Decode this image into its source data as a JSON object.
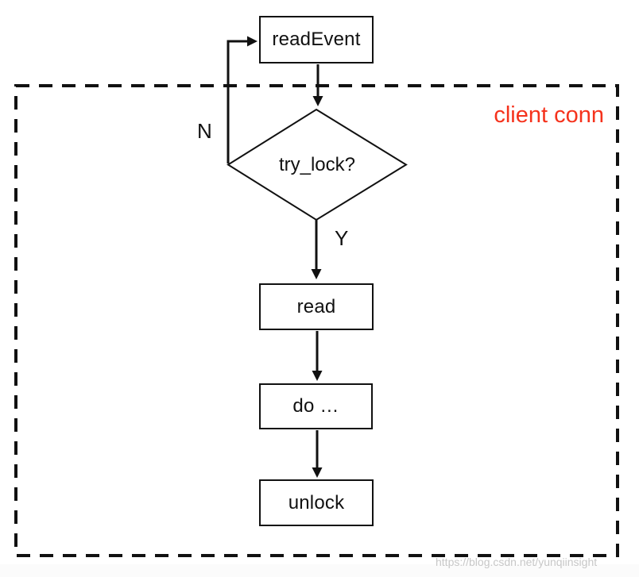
{
  "diagram": {
    "region_label": "client conn",
    "watermark": "https://blog.csdn.net/yunqiinsight",
    "nodes": {
      "read_event": "readEvent",
      "try_lock": "try_lock?",
      "read": "read",
      "do_ellipsis": "do …",
      "unlock": "unlock"
    },
    "edge_labels": {
      "no": "N",
      "yes": "Y"
    },
    "colors": {
      "line": "#111111",
      "region_label_red": "#f5321c",
      "watermark_gray": "#c7c7c7",
      "background": "#ffffff"
    }
  }
}
